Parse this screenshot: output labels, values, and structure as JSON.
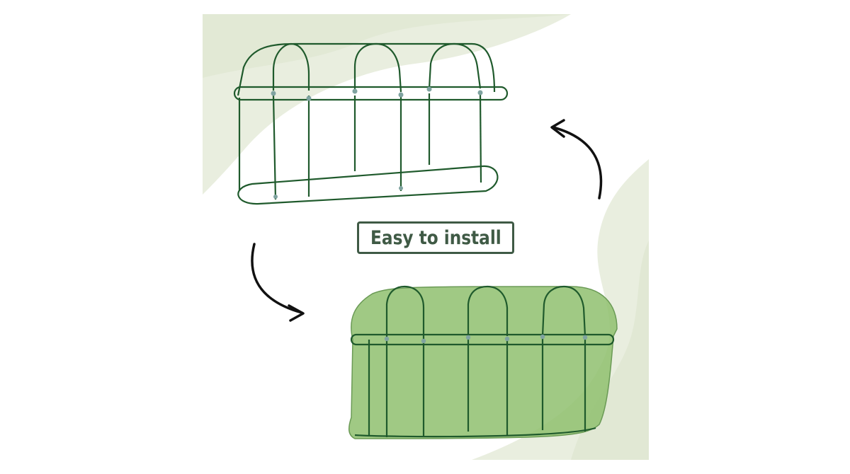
{
  "badge": {
    "label": "Easy to install"
  },
  "colors": {
    "background_shape": "#e9eedf",
    "frame": "#1f5a2c",
    "cover": "#8fbf6e",
    "arrow": "#111111",
    "badge": "#3f5a45"
  },
  "illustrations": {
    "top": "bare-frame",
    "bottom": "covered-frame"
  }
}
